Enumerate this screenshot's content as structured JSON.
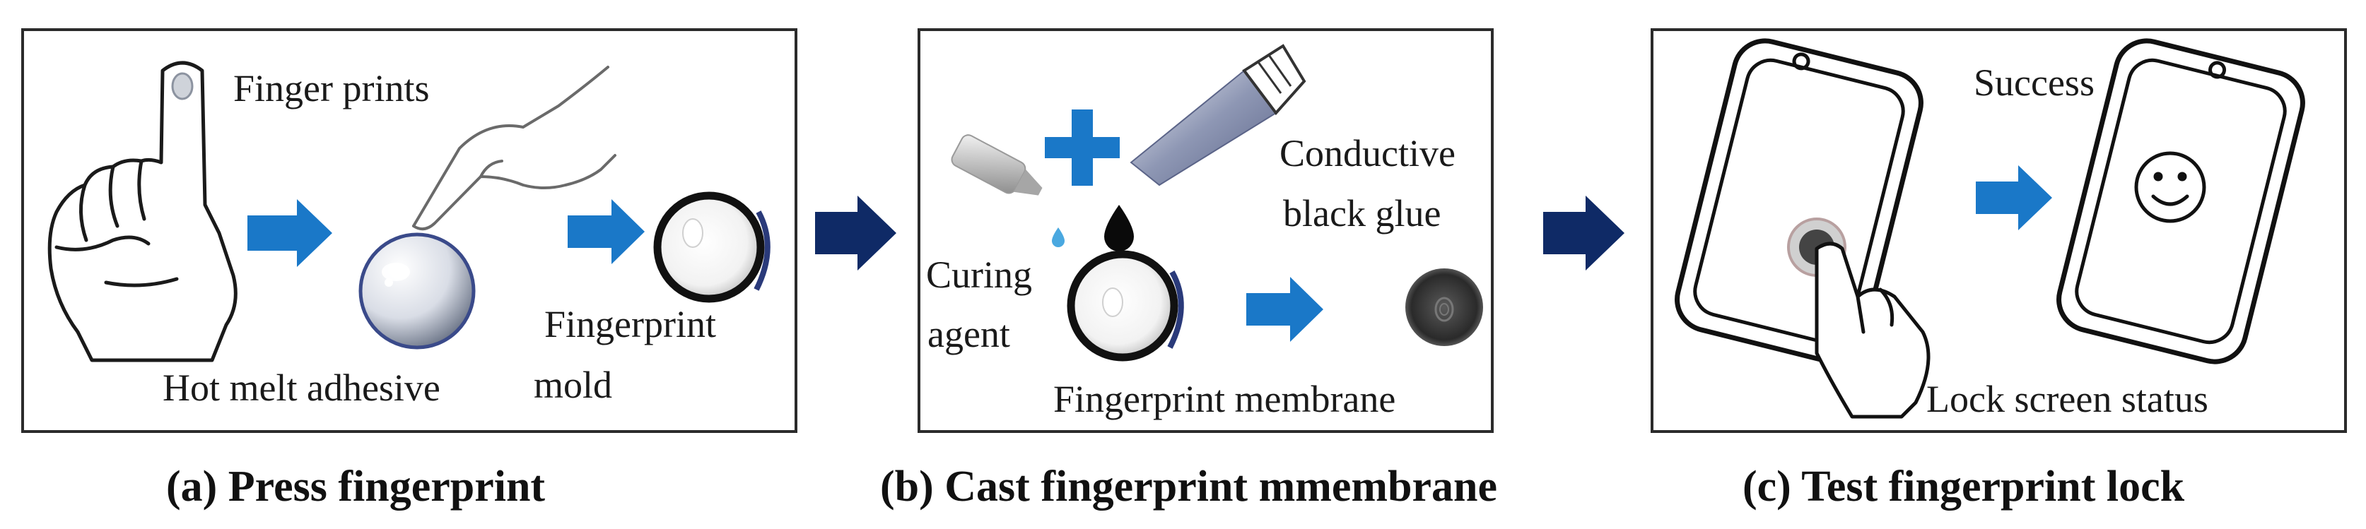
{
  "panels": {
    "a": {
      "labels": {
        "finger_prints": "Finger prints",
        "hot_melt_adhesive": "Hot melt adhesive",
        "mold": "mold",
        "fingerprint": "Fingerprint"
      },
      "caption": "(a) Press fingerprint"
    },
    "b": {
      "labels": {
        "conductive": "Conductive",
        "black_glue": "black glue",
        "curing": "Curing",
        "agent": "agent",
        "fingerprint_membrane": "Fingerprint membrane"
      },
      "caption": "(b) Cast fingerprint mmembrane"
    },
    "c": {
      "labels": {
        "success": "Success",
        "lock_screen_status": "Lock screen status"
      },
      "caption": "(c) Test fingerprint lock"
    }
  },
  "colors": {
    "inner_arrow": "#1a78c8",
    "between_arrow": "#0f2a66",
    "plus": "#1a78c8",
    "border": "#2b2b2b"
  },
  "icons": [
    "hand-pointing-up-icon",
    "hand-pressing-icon",
    "adhesive-disc-icon",
    "mold-disc-icon",
    "glue-tube-icon",
    "curing-bottle-icon",
    "plus-icon",
    "ink-drop-icon",
    "water-drop-icon",
    "membrane-icon",
    "phone-icon",
    "smiley-icon"
  ]
}
